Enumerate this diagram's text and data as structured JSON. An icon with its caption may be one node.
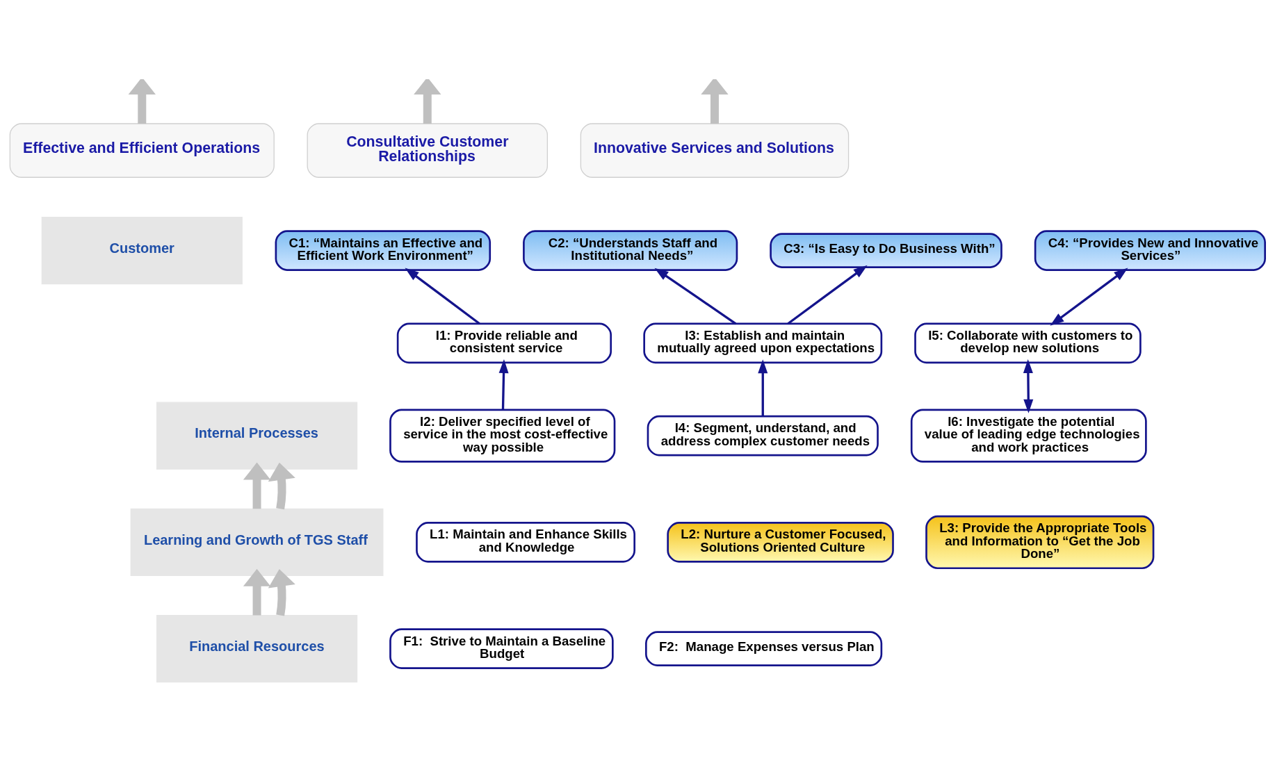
{
  "diagram": {
    "nodes": [
      {
        "text": [
          "Effective and Efficient Operations"
        ]
      },
      {
        "text": [
          "Consultative Customer Relationships"
        ]
      },
      {
        "text": [
          "Innovative Services and Solutions"
        ]
      },
      {
        "text": [
          "Customer"
        ]
      },
      {
        "text": [
          "C1: “Maintains an Effective and Efficient Work Environment”"
        ]
      },
      {
        "text": [
          "C2: “Understands Staff and Institutional Needs”"
        ]
      },
      {
        "text": [
          "C3: “Is Easy to Do Business With”"
        ]
      },
      {
        "text": [
          "C4: “Provides New and Innovative Services”"
        ]
      },
      {
        "text": [
          "Internal Processes"
        ]
      },
      {
        "text": [
          "I1: Provide reliable and consistent service"
        ]
      },
      {
        "text": [
          "I3: Establish and maintain mutually agreed upon expectations"
        ]
      },
      {
        "text": [
          "I5: Collaborate with customers to develop new solutions"
        ]
      },
      {
        "text": [
          "I2: Deliver specified level of service in the most cost-effective way possible"
        ]
      },
      {
        "text": [
          "I4: Segment, understand, and address complex customer needs"
        ]
      },
      {
        "text": [
          "I6: Investigate the potential value of leading edge technologies and work practices"
        ]
      },
      {
        "text": [
          "Learning and Growth of TGS Staff"
        ]
      },
      {
        "text": [
          "L1: Maintain and Enhance Skills and Knowledge"
        ]
      },
      {
        "text": [
          "L2: Nurture a Customer Focused, Solutions Oriented Culture"
        ]
      },
      {
        "text": [
          "L3: Provide the Appropriate Tools and Information to “Get the Job Done”"
        ]
      },
      {
        "text": [
          "Financial Resources"
        ]
      },
      {
        "text": [
          "F1:  Strive to Maintain a Baseline Budget"
        ]
      },
      {
        "text": [
          "F2:  Manage Expenses versus Plan"
        ]
      }
    ],
    "edges": [
      {
        "from": 9,
        "to": 4,
        "arrow": "to"
      },
      {
        "from": 12,
        "to": 9,
        "arrow": "to"
      },
      {
        "from": 10,
        "to": 5,
        "arrow": "to"
      },
      {
        "from": 10,
        "to": 6,
        "arrow": "to"
      },
      {
        "from": 13,
        "to": 10,
        "arrow": "to"
      },
      {
        "from": 7,
        "to": 11,
        "arrow": "both"
      },
      {
        "from": 11,
        "to": 14,
        "arrow": "both"
      },
      {
        "from": 19,
        "to": 15,
        "arrow": "to",
        "style": "thick",
        "color": "#bfbfbf"
      },
      {
        "from": 19,
        "to": 15,
        "arrow": "to",
        "style": "thick",
        "color": "#bfbfbf"
      },
      {
        "from": 15,
        "to": 8,
        "arrow": "to",
        "style": "thick",
        "color": "#bfbfbf"
      },
      {
        "from": 15,
        "to": 8,
        "arrow": "to",
        "style": "thick",
        "color": "#bfbfbf"
      },
      {
        "from": 0,
        "to": null,
        "arrow": "to",
        "style": "thick",
        "color": "#bfbfbf"
      },
      {
        "from": 1,
        "to": null,
        "arrow": "to",
        "style": "thick",
        "color": "#bfbfbf"
      },
      {
        "from": 2,
        "to": null,
        "arrow": "to",
        "style": "thick",
        "color": "#bfbfbf"
      }
    ]
  }
}
